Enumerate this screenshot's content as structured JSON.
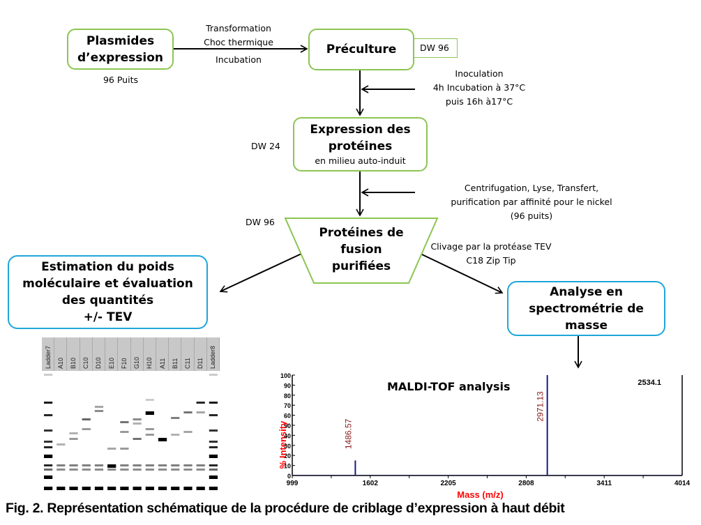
{
  "flowchart": {
    "nodes": {
      "plasmides": {
        "title": "Plasmides d’expression",
        "note": "96 Puits"
      },
      "preculture": {
        "title": "Préculture",
        "tag": "DW 96"
      },
      "expression": {
        "title_line1": "Expression des",
        "title_line2": "protéines",
        "subtitle": "en milieu auto-induit",
        "tag": "DW 24"
      },
      "proteines": {
        "title_line1": "Protéines de",
        "title_line2": "fusion",
        "title_line3": "purifiées",
        "tag": "DW 96"
      },
      "estimation": {
        "line1": "Estimation du poids",
        "line2": "moléculaire et évaluation",
        "line3": "des quantités",
        "line4": "+/- TEV"
      },
      "analyse": {
        "line1": "Analyse en",
        "line2": "spectrométrie de",
        "line3": "masse"
      }
    },
    "edge_labels": {
      "transformation": [
        "Transformation",
        "Choc thermique",
        "Incubation"
      ],
      "inoculation": [
        "Inoculation",
        "4h Incubation  à 37°C",
        "puis 16h  à17°C"
      ],
      "centrifugation": [
        "Centrifugation,  Lyse, Transfert,",
        "purification   par affinité pour  le nickel",
        "(96 puits)"
      ],
      "clivage": [
        "Clivage par  la protéase  TEV",
        "C18 Zip Tip"
      ]
    },
    "colors": {
      "green_border": "#8cc552",
      "blue_border": "#1ea6d9"
    }
  },
  "gel": {
    "lanes": [
      "Ladder7",
      "A10",
      "B10",
      "C10",
      "D10",
      "E10",
      "F10",
      "G10",
      "H10",
      "A11",
      "B11",
      "C11",
      "D11",
      "Ladder8"
    ]
  },
  "chart_data": {
    "type": "line",
    "title": "MALDI-TOF analysis",
    "annotation_top_right": "2534.1",
    "xlabel": "Mass (m/z)",
    "ylabel": "% Intensity",
    "xlim": [
      999,
      4014
    ],
    "ylim": [
      0,
      100
    ],
    "x_ticks": [
      999,
      1602,
      2205,
      2808,
      3411,
      4014
    ],
    "y_ticks": [
      0,
      10,
      20,
      30,
      40,
      50,
      60,
      70,
      80,
      90,
      100
    ],
    "peaks": [
      {
        "mass": 1486.57,
        "intensity": 15,
        "label": "1486.57"
      },
      {
        "mass": 2971.13,
        "intensity": 100,
        "label": "2971.13"
      }
    ],
    "colors": {
      "trace": "#1a1a80",
      "axis_label": "#ff0000",
      "peak_label": "#8b1a1a"
    }
  },
  "caption": "Fig. 2. Représentation schématique de la procédure de criblage d’expression à haut débit"
}
